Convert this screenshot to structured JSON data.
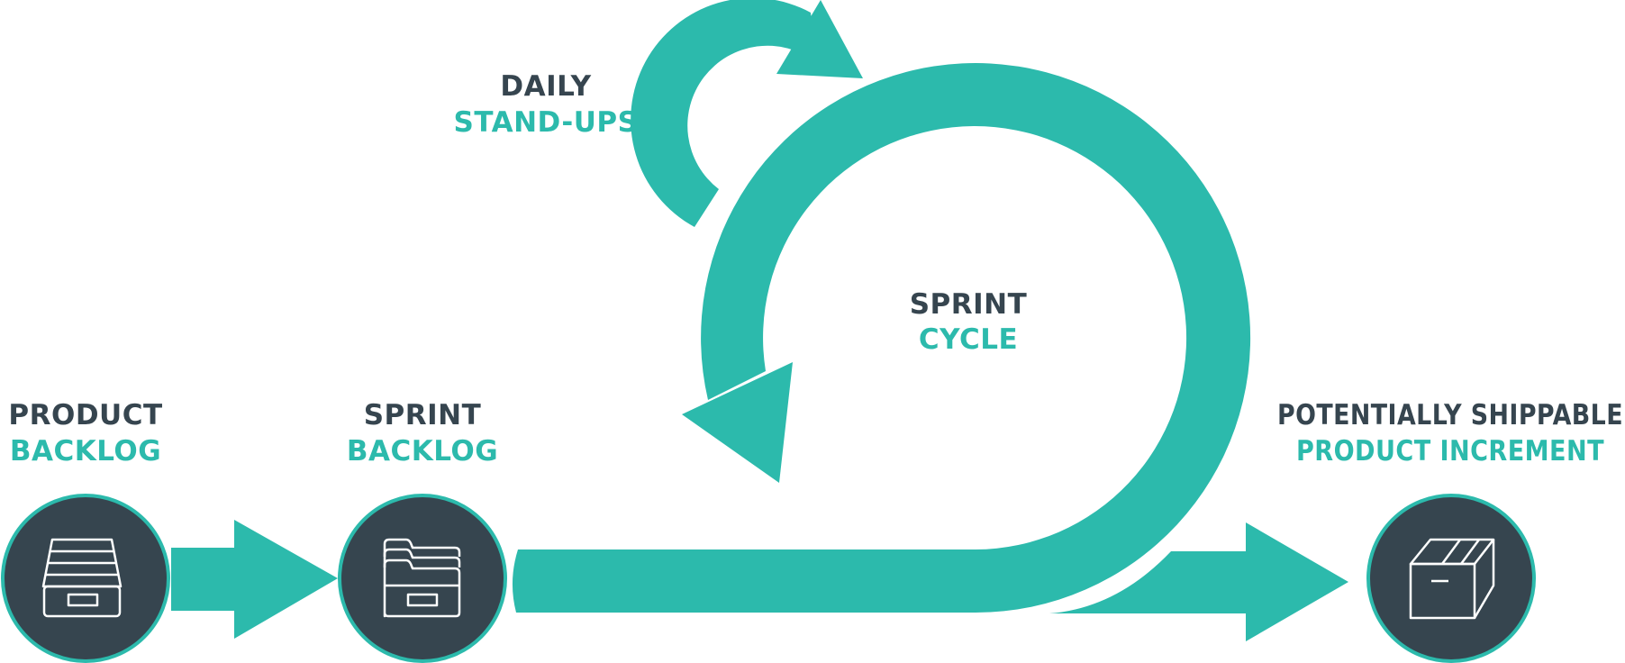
{
  "colors": {
    "teal": "#2cbaac",
    "dark": "#36454f",
    "ring": "#2cbaac",
    "icon_stroke": "#ffffff",
    "background": "#ffffff"
  },
  "labels": {
    "daily": {
      "line1": "DAILY",
      "line2": "STAND-UPS"
    },
    "sprint_cycle": {
      "line1": "SPRINT",
      "line2": "CYCLE"
    },
    "product_backlog": {
      "line1": "PRODUCT",
      "line2": "BACKLOG"
    },
    "sprint_backlog": {
      "line1": "SPRINT",
      "line2": "BACKLOG"
    },
    "increment": {
      "line1": "POTENTIALLY SHIPPABLE",
      "line2": "PRODUCT INCREMENT"
    }
  },
  "icons": {
    "product_backlog": "archive-drawer-icon",
    "sprint_backlog": "file-folders-icon",
    "increment": "package-box-icon"
  }
}
